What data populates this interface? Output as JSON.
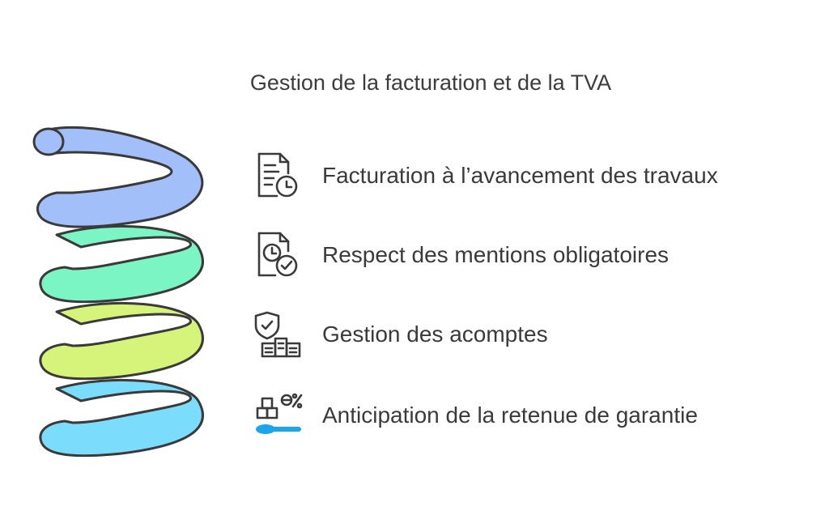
{
  "title": "Gestion de la facturation et de la TVA",
  "colors": {
    "coil_1": "#a3bffa",
    "coil_2": "#7cf5c4",
    "coil_3": "#d6f47a",
    "coil_4": "#7cdcfb",
    "outline": "#3a3a3a",
    "icon_accent": "#1aa6e8"
  },
  "items": [
    {
      "label": "Facturation à l’avancement des travaux",
      "icon": "invoice-clock-icon"
    },
    {
      "label": "Respect des mentions obligatoires",
      "icon": "document-clock-check-icon"
    },
    {
      "label": "Gestion des acomptes",
      "icon": "shield-check-buildings-icon"
    },
    {
      "label": "Anticipation de la retenue de garantie",
      "icon": "boxes-percent-spoon-icon"
    }
  ]
}
